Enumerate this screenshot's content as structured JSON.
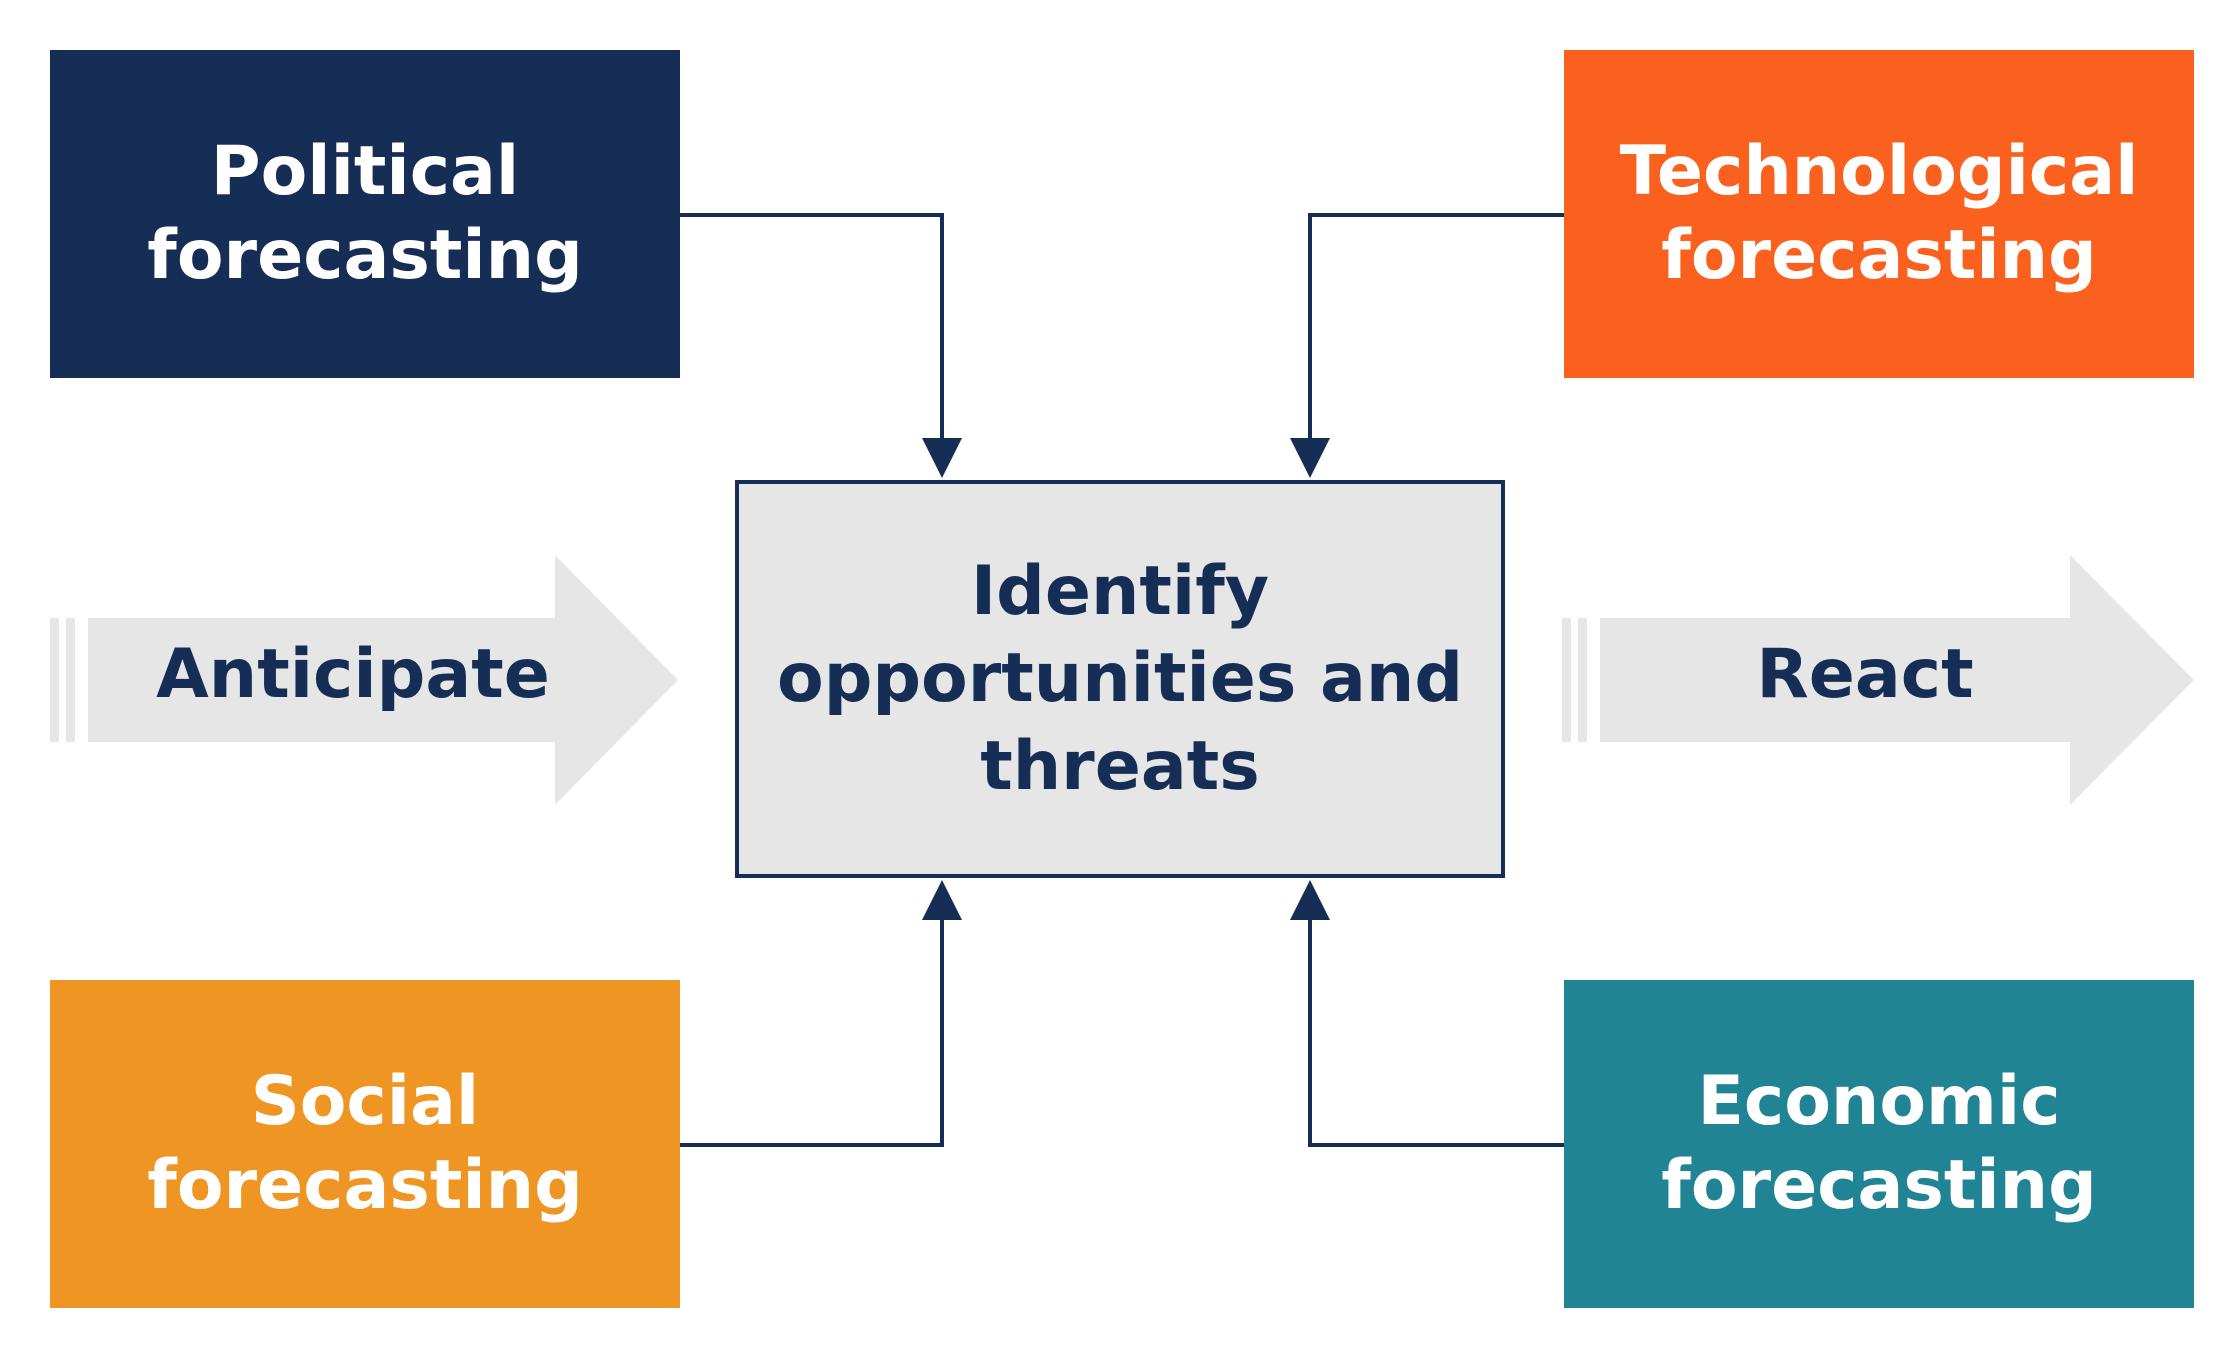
{
  "diagram": {
    "center": {
      "label": "Identify\nopportunities and\nthreats",
      "fill": "#e6e6e7",
      "border": "#162d55"
    },
    "inputs": [
      {
        "id": "political",
        "label": "Political\nforecasting",
        "color": "#162d55"
      },
      {
        "id": "technological",
        "label": "Technological\nforecasting",
        "color": "#fb611e"
      },
      {
        "id": "social",
        "label": "Social\nforecasting",
        "color": "#ee9524"
      },
      {
        "id": "economic",
        "label": "Economic\nforecasting",
        "color": "#208495"
      }
    ],
    "flow": {
      "left_label": "Anticipate",
      "right_label": "React",
      "arrow_fill": "#e6e6e7"
    },
    "text_dark": "#162d55",
    "connector_color": "#162d55"
  }
}
